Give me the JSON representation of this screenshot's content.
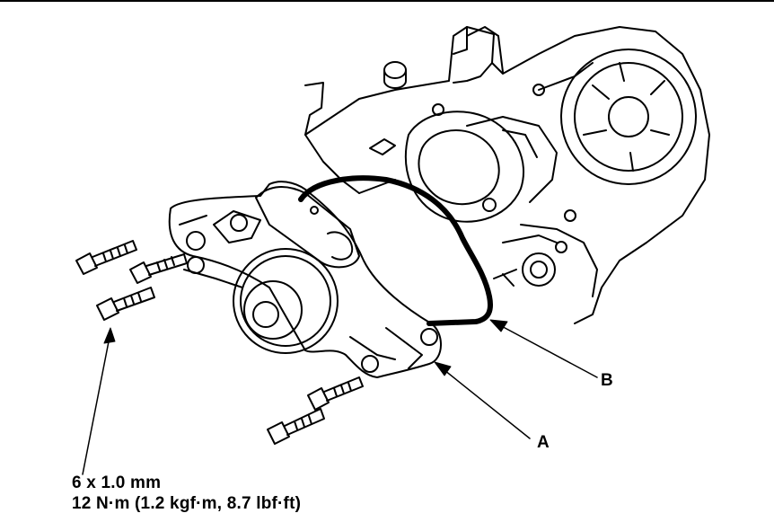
{
  "callouts": {
    "a": "A",
    "b": "B"
  },
  "spec": {
    "bolt_size": "6 x 1.0 mm",
    "torque": "12 N·m (1.2 kgf·m, 8.7 lbf·ft)"
  }
}
